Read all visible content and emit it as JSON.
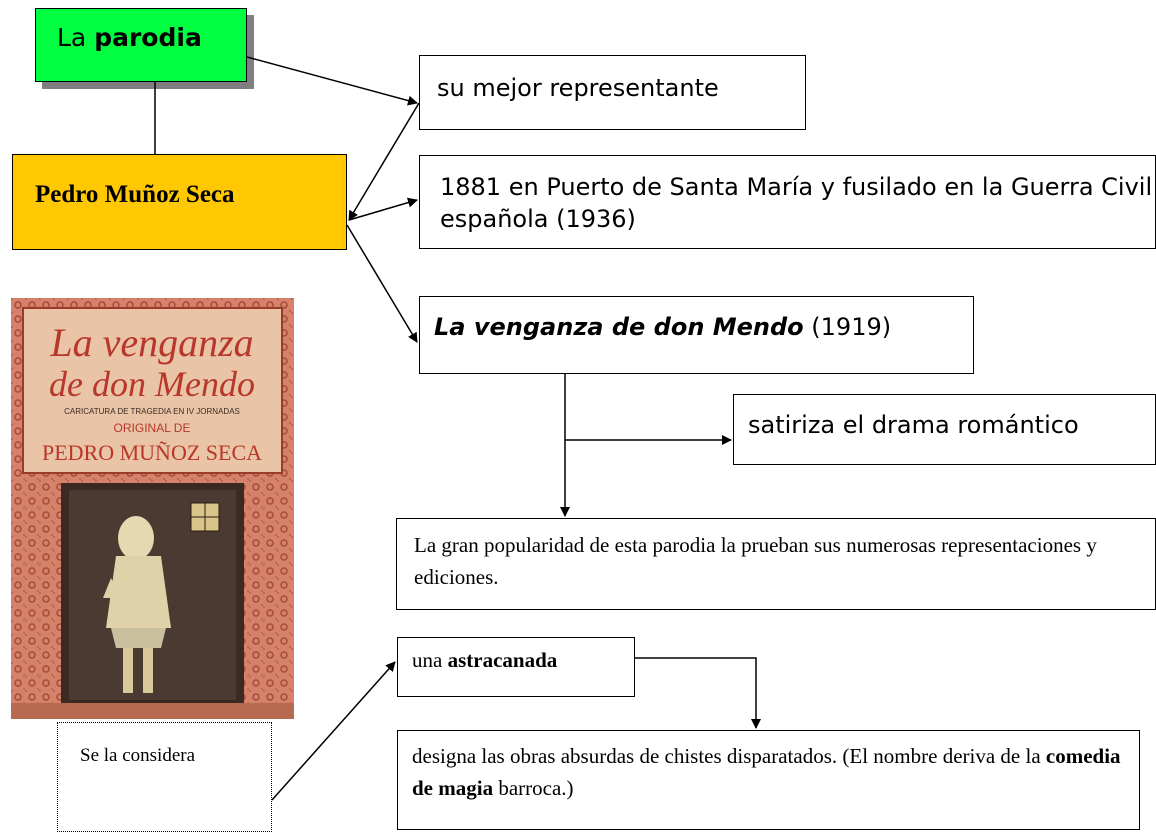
{
  "parodia": {
    "prefix": "La ",
    "bold": "parodia"
  },
  "author": "Pedro Muñoz Seca",
  "representante": "su mejor representante",
  "nacimiento": "1881 en Puerto de Santa María y fusilado en la Guerra Civil española (1936)",
  "obra": {
    "title": "La venganza de don Mendo",
    "year": " (1919)"
  },
  "satiriza": "satiriza el drama romántico",
  "popularidad": "La gran popularidad de esta parodia la prueban sus numerosas representaciones y ediciones.",
  "astracanada": {
    "prefix": "una ",
    "bold": "astracanada"
  },
  "designa": {
    "part1": "designa las obras absurdas de chistes disparatados. (El nombre deriva de la ",
    "bold": "comedia de magia",
    "part2": " barroca.)"
  },
  "considera": "Se la considera",
  "poster": {
    "title_line1": "La venganza",
    "title_line2": "de don Mendo",
    "subtitle": "CARICATURA DE TRAGEDIA EN IV JORNADAS",
    "original": "ORIGINAL DE",
    "author": "PEDRO MUÑOZ SECA"
  },
  "colors": {
    "parodia_box": "#00ff40",
    "author_box": "#ffc800",
    "shadow": "#7f7f7f",
    "poster_bg": "#d9896a"
  }
}
